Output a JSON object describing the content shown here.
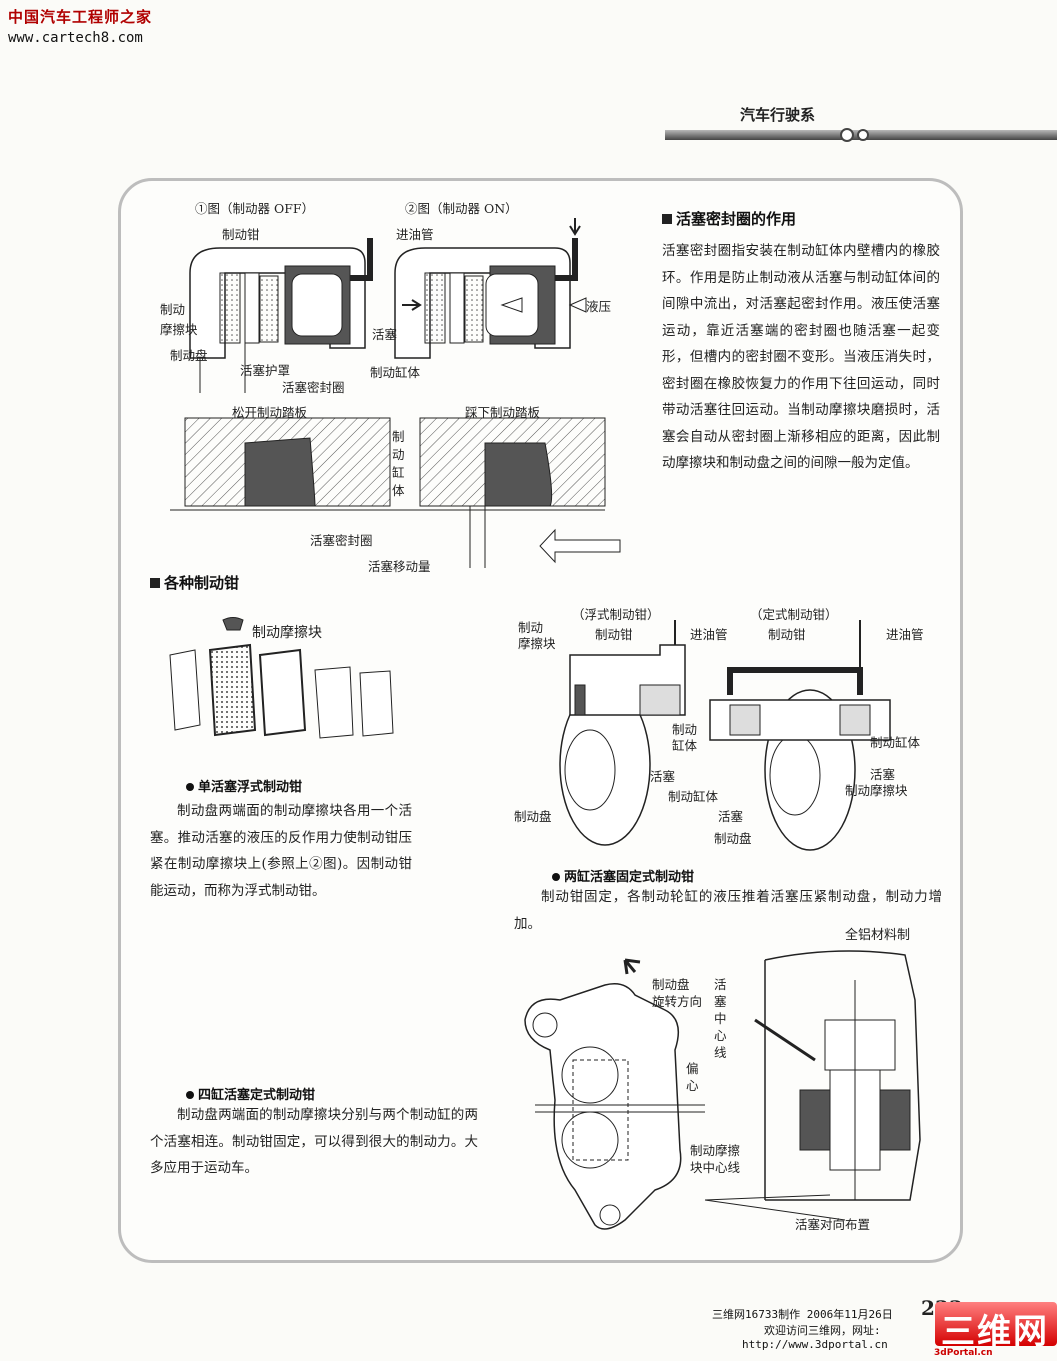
{
  "watermark": {
    "site_name": "中国汽车工程师之家",
    "url": "www.cartech8.com"
  },
  "header": {
    "section": "汽车行驶系"
  },
  "piston_seal": {
    "heading": "活塞密封圈的作用",
    "paragraph": "活塞密封圈指安装在制动缸体内壁槽内的橡胶环。作用是防止制动液从活塞与制动缸体间的间隙中流出，对活塞起密封作用。液压使活塞运动，靠近活塞端的密封圈也随活塞一起变形，但槽内的密封圈不变形。当液压消失时，密封圈在橡胶恢复力的作用下往回运动，同时带动活塞往回运动。当制动摩擦块磨损时，活塞会自动从密封圈上渐移相应的距离，因此制动摩擦块和制动盘之间的间隙一般为定值。"
  },
  "fig_top": {
    "title_off": "①图（制动器 OFF）",
    "title_on": "②图（制动器 ON）",
    "caliper": "制动钳",
    "inlet": "进油管",
    "pad": "制动\n摩擦块",
    "disc": "制动盘",
    "piston": "活塞",
    "hydraulic": "液压",
    "boot": "活塞护罩",
    "seal": "活塞密封圈",
    "cylinder": "制动缸体",
    "release": "松开制动踏板",
    "press": "踩下制动踏板",
    "cylinder_v": "制\n动\n缸\n体",
    "seal2": "活塞密封圈",
    "travel": "活塞移动量"
  },
  "calipers": {
    "heading": "各种制动钳",
    "pad_label": "制动摩擦块",
    "floating": {
      "title": "单活塞浮式制动钳",
      "paragraph": "制动盘两端面的制动摩擦块各用一个活塞。推动活塞的液压的反作用力使制动钳压紧在制动摩擦块上(参照上②图)。因制动钳能运动，而称为浮式制动钳。"
    },
    "four": {
      "title": "四缸活塞定式制动钳",
      "paragraph": "制动盘两端面的制动摩擦块分别与两个制动缸的两个活塞相连。制动钳固定，可以得到很大的制动力。大多应用于运动车。"
    },
    "two": {
      "title": "两缸活塞固定式制动钳",
      "paragraph": "制动钳固定，各制动轮缸的液压推着活塞压紧制动盘，制动力增加。"
    }
  },
  "fig_mid": {
    "float_title": "（浮式制动钳）",
    "fixed_title": "（定式制动钳）",
    "pad": "制动\n摩擦块",
    "caliper1": "制动钳",
    "inlet1": "进油管",
    "caliper2": "制动钳",
    "inlet2": "进油管",
    "cyl1": "制动\n缸体",
    "piston1": "活塞",
    "cyl2": "制动缸体",
    "disc1": "制动盘",
    "cyl3": "制动缸体",
    "piston2": "活塞",
    "pad2": "制动摩擦块",
    "piston3": "活塞",
    "disc2": "制动盘"
  },
  "fig_bottom": {
    "aluminum": "全铝材料制",
    "rotation": "制动盘\n旋转方向",
    "piston_center": "活\n塞\n中\n心\n线",
    "offset": "偏\n心",
    "pad_center": "制动摩擦\n块中心线",
    "opposed": "活塞对向布置"
  },
  "footer": {
    "page": "233",
    "line1": "三维网16733制作 2006年11月26日",
    "line2": "欢迎访问三维网，网址:",
    "line3": "http://www.3dportal.cn",
    "logo_text": "3dPortal.cn",
    "brand": "三维网"
  }
}
